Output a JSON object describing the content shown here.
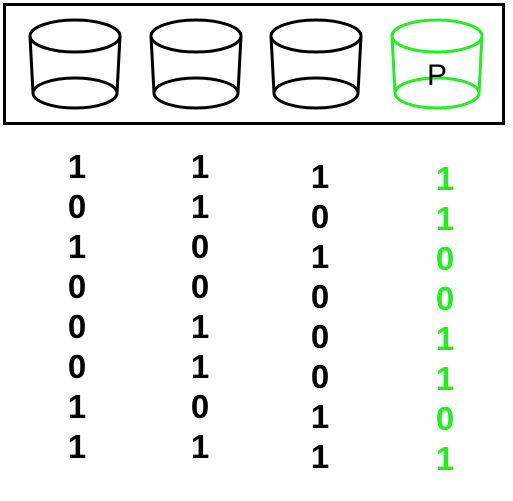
{
  "colors": {
    "data": "#000000",
    "parity": "#22ee22"
  },
  "disks": [
    {
      "role": "data",
      "label": ""
    },
    {
      "role": "data",
      "label": ""
    },
    {
      "role": "data",
      "label": ""
    },
    {
      "role": "parity",
      "label": "P"
    }
  ],
  "columns": [
    {
      "role": "data",
      "bits": [
        "1",
        "0",
        "1",
        "0",
        "0",
        "0",
        "1",
        "1"
      ]
    },
    {
      "role": "data",
      "bits": [
        "1",
        "1",
        "0",
        "0",
        "1",
        "1",
        "0",
        "1"
      ]
    },
    {
      "role": "data",
      "bits": [
        "1",
        "0",
        "1",
        "0",
        "0",
        "0",
        "1",
        "1"
      ]
    },
    {
      "role": "parity",
      "bits": [
        "1",
        "1",
        "0",
        "0",
        "1",
        "1",
        "0",
        "1"
      ]
    }
  ]
}
